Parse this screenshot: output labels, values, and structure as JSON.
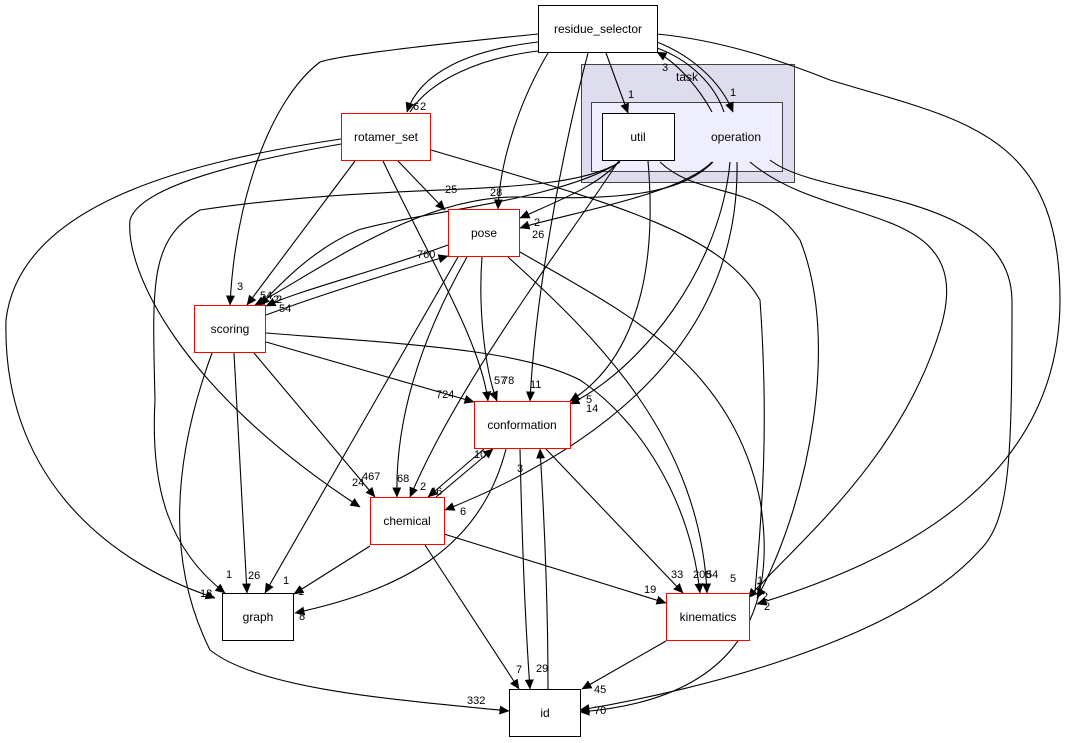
{
  "title": "Directory dependency graph",
  "colors": {
    "node_border_default": "#000000",
    "node_border_has_children": "#ff0000",
    "cluster_outer_fill": "#ddddee",
    "cluster_outer_border": "#444444",
    "cluster_inner_fill": "#eeeeff",
    "cluster_inner_border": "#444444",
    "edge": "#000000"
  },
  "clusters": [
    {
      "id": "task",
      "label": "task"
    },
    {
      "id": "operation",
      "label": "operation"
    }
  ],
  "nodes": [
    {
      "id": "residue_selector",
      "label": "residue_selector",
      "red": false
    },
    {
      "id": "util",
      "label": "util",
      "red": false
    },
    {
      "id": "rotamer_set",
      "label": "rotamer_set",
      "red": true
    },
    {
      "id": "pose",
      "label": "pose",
      "red": true
    },
    {
      "id": "scoring",
      "label": "scoring",
      "red": true
    },
    {
      "id": "conformation",
      "label": "conformation",
      "red": true
    },
    {
      "id": "chemical",
      "label": "chemical",
      "red": true
    },
    {
      "id": "graph",
      "label": "graph",
      "red": false
    },
    {
      "id": "kinematics",
      "label": "kinematics",
      "red": true
    },
    {
      "id": "id",
      "label": "id",
      "red": false
    }
  ],
  "edges": [
    {
      "from": "residue_selector",
      "to": "rotamer_set",
      "label": "2"
    },
    {
      "from": "residue_selector",
      "to": "util",
      "label": "1"
    },
    {
      "from": "residue_selector",
      "to": "operation",
      "label": "1"
    },
    {
      "from": "residue_selector",
      "to": "pose",
      "label": "28"
    },
    {
      "from": "residue_selector",
      "to": "scoring",
      "label": "3"
    },
    {
      "from": "residue_selector",
      "to": "conformation",
      "label": "11"
    },
    {
      "from": "residue_selector",
      "to": "kinematics",
      "label": "2"
    },
    {
      "from": "operation",
      "to": "residue_selector",
      "label": "3"
    },
    {
      "from": "operation",
      "to": "rotamer_set",
      "label": "6"
    },
    {
      "from": "operation",
      "to": "pose",
      "label": "26"
    },
    {
      "from": "operation",
      "to": "scoring",
      "label": "2"
    },
    {
      "from": "operation",
      "to": "conformation",
      "label": "5"
    },
    {
      "from": "operation",
      "to": "chemical",
      "label": "6"
    },
    {
      "from": "operation",
      "to": "kinematics",
      "label": "1"
    },
    {
      "from": "operation",
      "to": "id",
      "label": "70"
    },
    {
      "from": "util",
      "to": "pose",
      "label": "2"
    },
    {
      "from": "util",
      "to": "scoring",
      "label": "2"
    },
    {
      "from": "util",
      "to": "conformation",
      "label": "14"
    },
    {
      "from": "util",
      "to": "chemical",
      "label": "2"
    },
    {
      "from": "util",
      "to": "kinematics",
      "label": "2"
    },
    {
      "from": "util",
      "to": "graph",
      "label": "1"
    },
    {
      "from": "rotamer_set",
      "to": "pose",
      "label": "25"
    },
    {
      "from": "rotamer_set",
      "to": "scoring",
      "label": "54"
    },
    {
      "from": "rotamer_set",
      "to": "conformation",
      "label": "57"
    },
    {
      "from": "rotamer_set",
      "to": "chemical",
      "label": "24"
    },
    {
      "from": "rotamer_set",
      "to": "graph",
      "label": "13"
    },
    {
      "from": "rotamer_set",
      "to": "kinematics",
      "label": "5"
    },
    {
      "from": "pose",
      "to": "scoring",
      "label": "54"
    },
    {
      "from": "pose",
      "to": "conformation",
      "label": "78"
    },
    {
      "from": "pose",
      "to": "chemical",
      "label": "68"
    },
    {
      "from": "pose",
      "to": "graph",
      "label": "1"
    },
    {
      "from": "pose",
      "to": "kinematics",
      "label": "208"
    },
    {
      "from": "pose",
      "to": "id",
      "label": "1"
    },
    {
      "from": "scoring",
      "to": "pose",
      "label": "760"
    },
    {
      "from": "scoring",
      "to": "conformation",
      "label": "724"
    },
    {
      "from": "scoring",
      "to": "chemical",
      "label": "467"
    },
    {
      "from": "scoring",
      "to": "graph",
      "label": "26"
    },
    {
      "from": "scoring",
      "to": "kinematics",
      "label": "54"
    },
    {
      "from": "scoring",
      "to": "id",
      "label": "332"
    },
    {
      "from": "conformation",
      "to": "chemical",
      "label": "46"
    },
    {
      "from": "conformation",
      "to": "graph",
      "label": "8"
    },
    {
      "from": "conformation",
      "to": "kinematics",
      "label": "33"
    },
    {
      "from": "conformation",
      "to": "id",
      "label": "29"
    },
    {
      "from": "chemical",
      "to": "conformation",
      "label": "10"
    },
    {
      "from": "chemical",
      "to": "graph",
      "label": "1"
    },
    {
      "from": "chemical",
      "to": "kinematics",
      "label": "19"
    },
    {
      "from": "chemical",
      "to": "id",
      "label": "7"
    },
    {
      "from": "id",
      "to": "conformation",
      "label": "3"
    },
    {
      "from": "kinematics",
      "to": "id",
      "label": "45"
    }
  ]
}
